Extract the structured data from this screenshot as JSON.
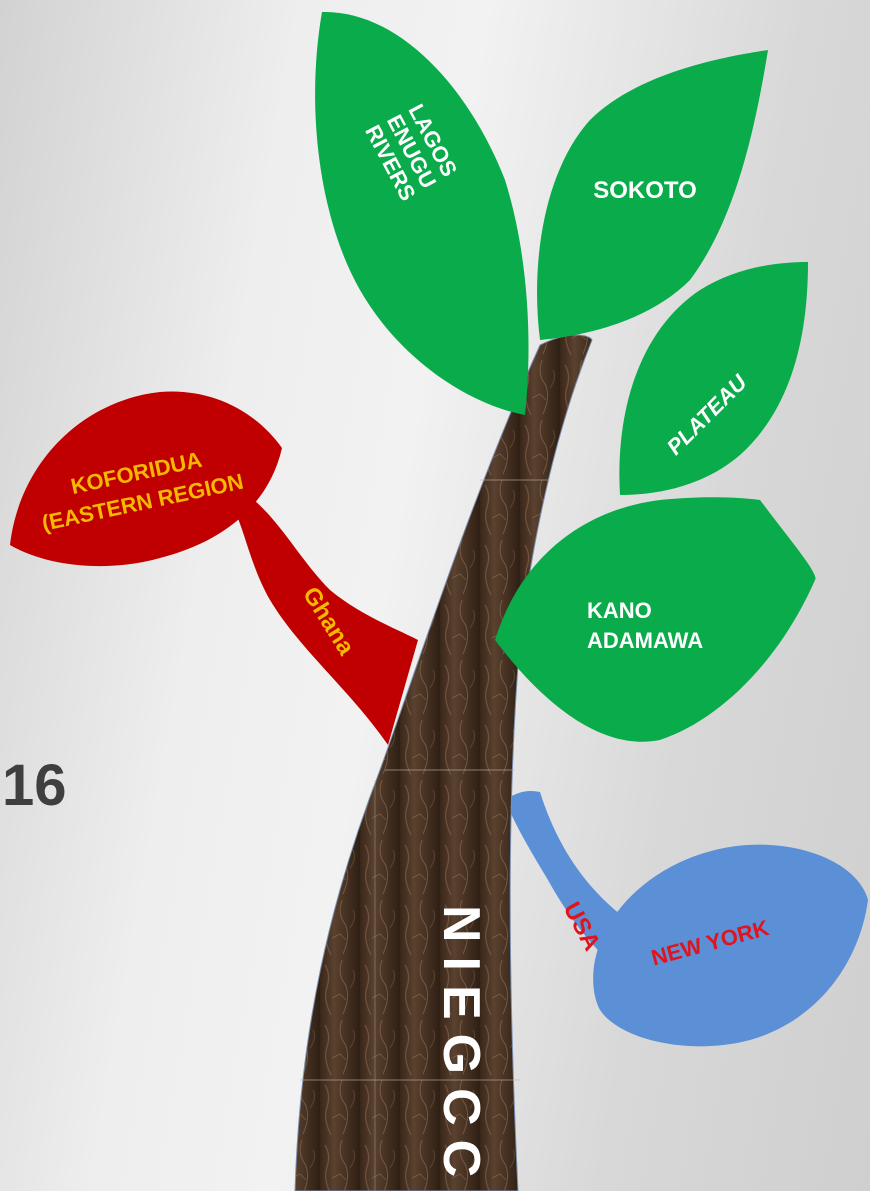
{
  "slide": {
    "number_label": "16"
  },
  "tree": {
    "trunk_label": "NIEGCC",
    "colors": {
      "leaf_green": "#0aab4a",
      "branch_red": "#c00000",
      "branch_blue": "#5b8fd6",
      "trunk_brown": "#4a3424",
      "gold_text": "#f6b800",
      "red_text": "#e0141c"
    },
    "leaves": {
      "top_left": {
        "lines": [
          "LAGOS",
          "ENUGU",
          "RIVERS"
        ]
      },
      "top_right": {
        "label": "SOKOTO"
      },
      "middle_right": {
        "label": "PLATEAU"
      },
      "lower_right": {
        "lines": [
          "KANO",
          "ADAMAWA"
        ]
      }
    },
    "branches": {
      "ghana": {
        "branch_label": "Ghana",
        "leaf_lines": [
          "KOFORIDUA",
          "(EASTERN REGION"
        ]
      },
      "usa": {
        "branch_label": "USA",
        "leaf_label": "NEW YORK"
      }
    }
  }
}
